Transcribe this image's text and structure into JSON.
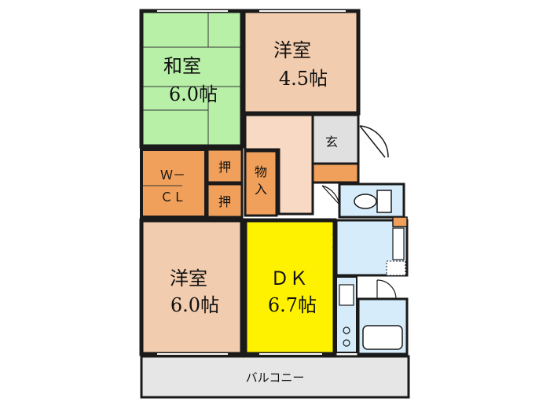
{
  "rooms": {
    "washitsu": {
      "name": "和室",
      "size": "6.0帖"
    },
    "yoshitsu_top": {
      "name": "洋室",
      "size": "4.5帖"
    },
    "yoshitsu_bottom": {
      "name": "洋室",
      "size": "6.0帖"
    },
    "dk": {
      "name": "ＤＫ",
      "size": "6.7帖"
    },
    "genkan": {
      "name": "玄"
    },
    "wcl": {
      "line1": "Ｗ－",
      "line2": "ＣＬ"
    },
    "oshiire_top": {
      "name": "押"
    },
    "oshiire_bottom": {
      "name": "押"
    },
    "monoire": {
      "name": "物入"
    },
    "balcony": {
      "name": "バルコニー"
    }
  },
  "colors": {
    "wall": "#1a1a1a",
    "washitsu": "#b8f0a8",
    "yoshitsu": "#f2ccae",
    "dk": "#fff200",
    "storage": "#f0a05a",
    "hall": "#f7d9c4",
    "genkan": "#e0e0e0",
    "wet": "#d6ecfa",
    "balcony": "#e6e6e6"
  }
}
